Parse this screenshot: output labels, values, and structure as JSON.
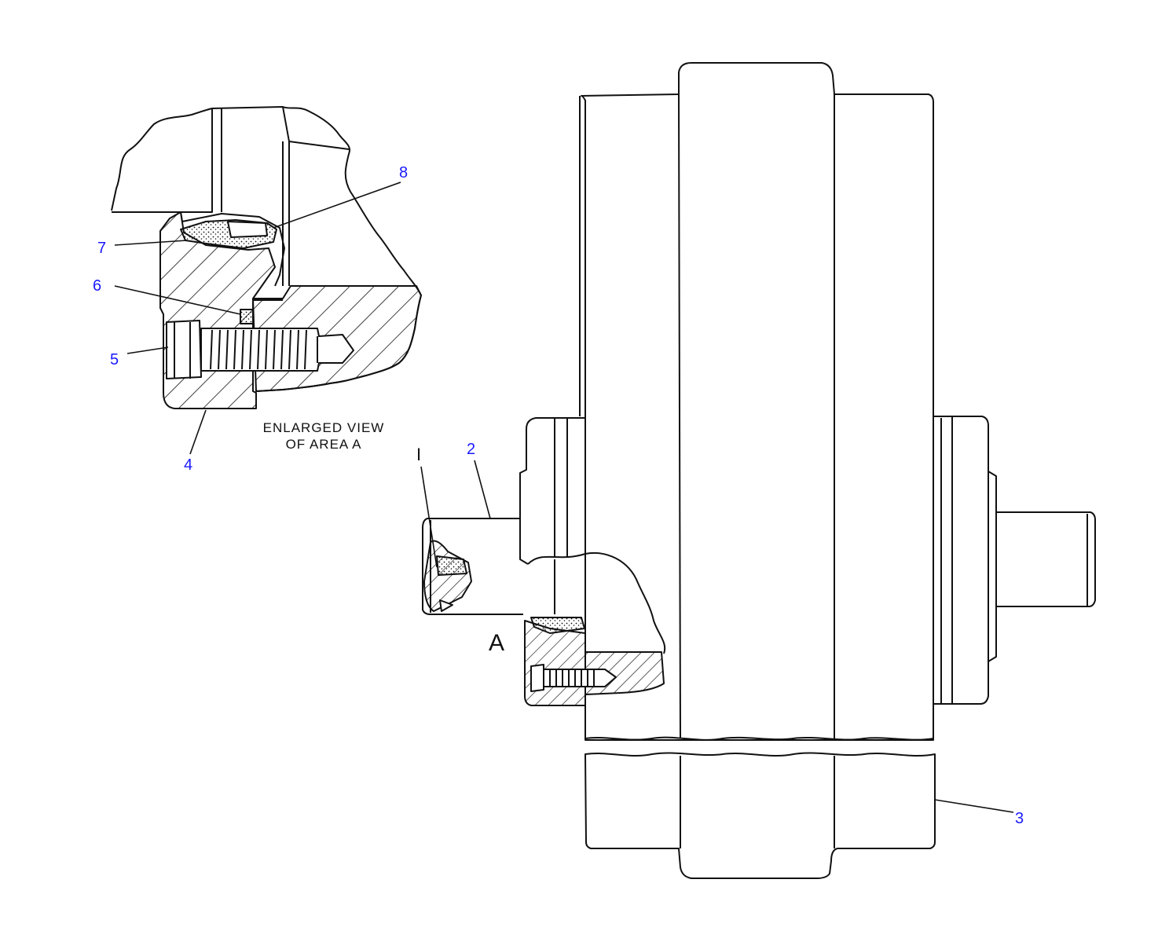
{
  "callouts": {
    "c1": "I",
    "c2": "2",
    "c3": "3",
    "c4": "4",
    "c5": "5",
    "c6": "6",
    "c7": "7",
    "c8": "8"
  },
  "area_label": "A",
  "caption": {
    "line1": "ENLARGED VIEW",
    "line2": "OF AREA A"
  },
  "colors": {
    "line": "#111111",
    "callout": "#1a1aff",
    "background": "#ffffff"
  }
}
